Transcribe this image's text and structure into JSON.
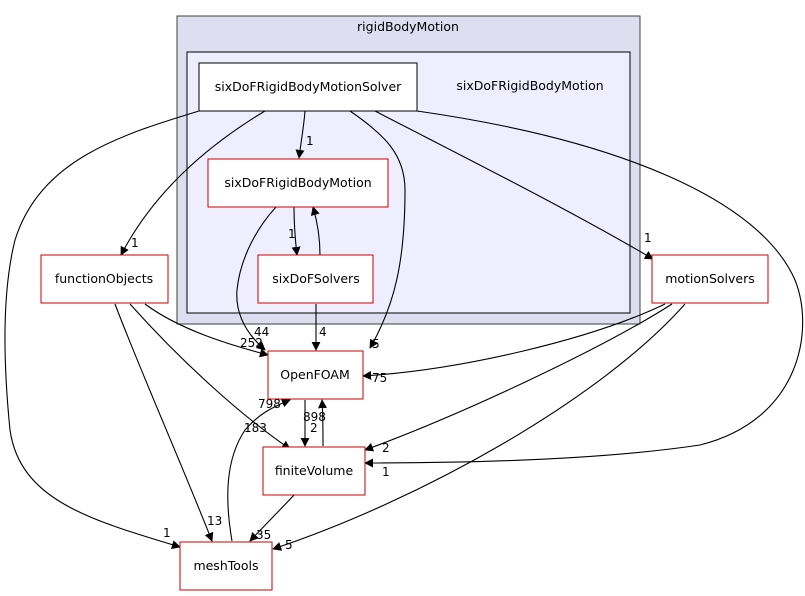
{
  "colors": {
    "outer_cluster_fill": "#dedef0",
    "inner_cluster_fill": "#eeeeff",
    "cluster_stroke": "#404040",
    "main_node_stroke": "#000000",
    "node_stroke": "#cc0000",
    "edge": "#000000"
  },
  "clusters": {
    "outer": {
      "label": "rigidBodyMotion"
    },
    "inner": {
      "label": "sixDoFRigidBodyMotion"
    }
  },
  "nodes": {
    "solver": {
      "label": "sixDoFRigidBodyMotionSolver"
    },
    "sixdof_motion": {
      "label": "sixDoFRigidBodyMotion"
    },
    "sixdof_solvers": {
      "label": "sixDoFSolvers"
    },
    "function_objects": {
      "label": "functionObjects"
    },
    "motion_solvers": {
      "label": "motionSolvers"
    },
    "openfoam": {
      "label": "OpenFOAM"
    },
    "finite_volume": {
      "label": "finiteVolume"
    },
    "mesh_tools": {
      "label": "meshTools"
    }
  },
  "edges": [
    {
      "id": "solver-to-sixdof_motion",
      "from": "sixDoFRigidBodyMotionSolver",
      "to": "sixDoFRigidBodyMotion",
      "label": "1"
    },
    {
      "id": "solver-to-function_objects",
      "from": "sixDoFRigidBodyMotionSolver",
      "to": "functionObjects",
      "label": "1"
    },
    {
      "id": "solver-to-motion_solvers",
      "from": "sixDoFRigidBodyMotionSolver",
      "to": "motionSolvers",
      "label": "1"
    },
    {
      "id": "solver-to-openfoam",
      "from": "sixDoFRigidBodyMotionSolver",
      "to": "OpenFOAM",
      "label": "5"
    },
    {
      "id": "solver-to-finite_volume",
      "from": "sixDoFRigidBodyMotionSolver",
      "to": "finiteVolume",
      "label": "1"
    },
    {
      "id": "solver-to-mesh_tools",
      "from": "sixDoFRigidBodyMotionSolver",
      "to": "meshTools",
      "label": "1"
    },
    {
      "id": "sixdof_motion-to-sixdof_solvers",
      "from": "sixDoFRigidBodyMotion",
      "to": "sixDoFSolvers",
      "label": "1"
    },
    {
      "id": "sixdof_motion-to-openfoam",
      "from": "sixDoFRigidBodyMotion",
      "to": "OpenFOAM",
      "label": "44"
    },
    {
      "id": "sixdof_solvers-to-sixdof_motion",
      "from": "sixDoFSolvers",
      "to": "sixDoFRigidBodyMotion",
      "label": ""
    },
    {
      "id": "sixdof_solvers-to-openfoam",
      "from": "sixDoFSolvers",
      "to": "OpenFOAM",
      "label": "4"
    },
    {
      "id": "function_objects-to-openfoam",
      "from": "functionObjects",
      "to": "OpenFOAM",
      "label": "252"
    },
    {
      "id": "function_objects-to-finite_volume",
      "from": "functionObjects",
      "to": "finiteVolume",
      "label": "183"
    },
    {
      "id": "function_objects-to-mesh_tools",
      "from": "functionObjects",
      "to": "meshTools",
      "label": "13"
    },
    {
      "id": "motion_solvers-to-openfoam",
      "from": "motionSolvers",
      "to": "OpenFOAM",
      "label": "75"
    },
    {
      "id": "motion_solvers-to-finite_volume",
      "from": "motionSolvers",
      "to": "finiteVolume",
      "label": "2"
    },
    {
      "id": "motion_solvers-to-mesh_tools",
      "from": "motionSolvers",
      "to": "meshTools",
      "label": "5"
    },
    {
      "id": "openfoam-to-finite_volume",
      "from": "OpenFOAM",
      "to": "finiteVolume",
      "label": "2"
    },
    {
      "id": "finite_volume-to-openfoam",
      "from": "finiteVolume",
      "to": "OpenFOAM",
      "label": "898"
    },
    {
      "id": "finite_volume-to-mesh_tools",
      "from": "finiteVolume",
      "to": "meshTools",
      "label": "35"
    },
    {
      "id": "mesh_tools-to-openfoam",
      "from": "meshTools",
      "to": "OpenFOAM",
      "label": "798"
    }
  ]
}
